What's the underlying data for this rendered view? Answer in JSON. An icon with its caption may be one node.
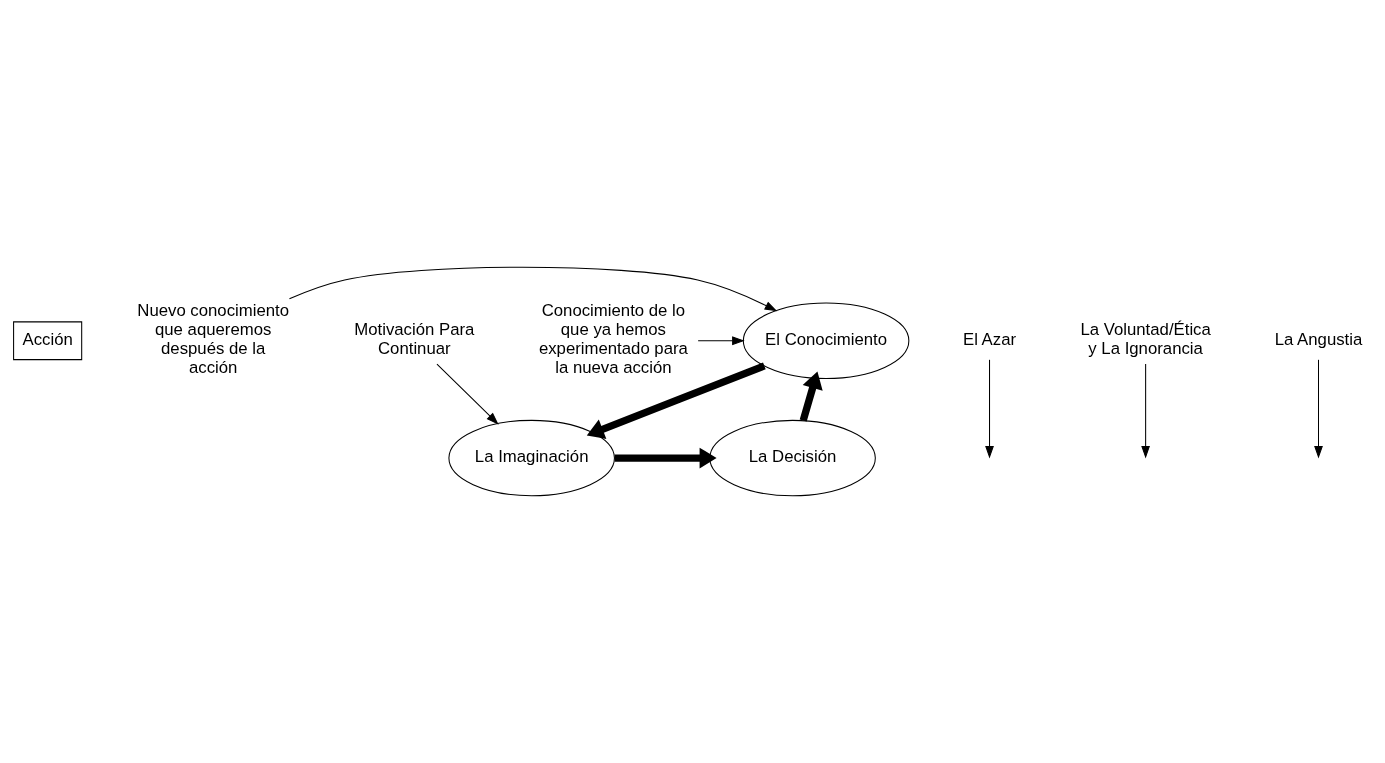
{
  "diagram": {
    "nodes": [
      {
        "text": [
          "Acción"
        ]
      },
      {
        "text": [
          "Nuevo conocimiento que aqueremos después de la acción"
        ]
      },
      {
        "text": [
          "El Conocimiento"
        ]
      },
      {
        "text": [
          "Conocimiento de lo que ya hemos experimentado para la nueva acción"
        ]
      },
      {
        "text": [
          "El Azar"
        ]
      },
      {
        "text": [
          "La Voluntad/Ética y La Ignorancia"
        ]
      },
      {
        "text": [
          "La Decisión"
        ]
      },
      {
        "text": [
          "La Imaginación"
        ]
      },
      {
        "text": [
          "La Angustia"
        ]
      },
      {
        "text": [
          "Motivación Para Continuar"
        ]
      }
    ],
    "edges": [
      {
        "from": 1,
        "to": 2,
        "arrow": "to"
      },
      {
        "from": 3,
        "to": 2,
        "arrow": "to"
      },
      {
        "from": 2,
        "to": 7,
        "arrow": "to",
        "style": "thick"
      },
      {
        "from": 7,
        "to": 6,
        "arrow": "to",
        "style": "thick"
      },
      {
        "from": 6,
        "to": 2,
        "arrow": "to",
        "style": "thick"
      },
      {
        "from": 4,
        "to": null,
        "arrow": "to"
      },
      {
        "from": 5,
        "to": null,
        "arrow": "to"
      },
      {
        "from": 8,
        "to": null,
        "arrow": "to"
      },
      {
        "from": 9,
        "to": 7,
        "arrow": "to"
      }
    ]
  }
}
